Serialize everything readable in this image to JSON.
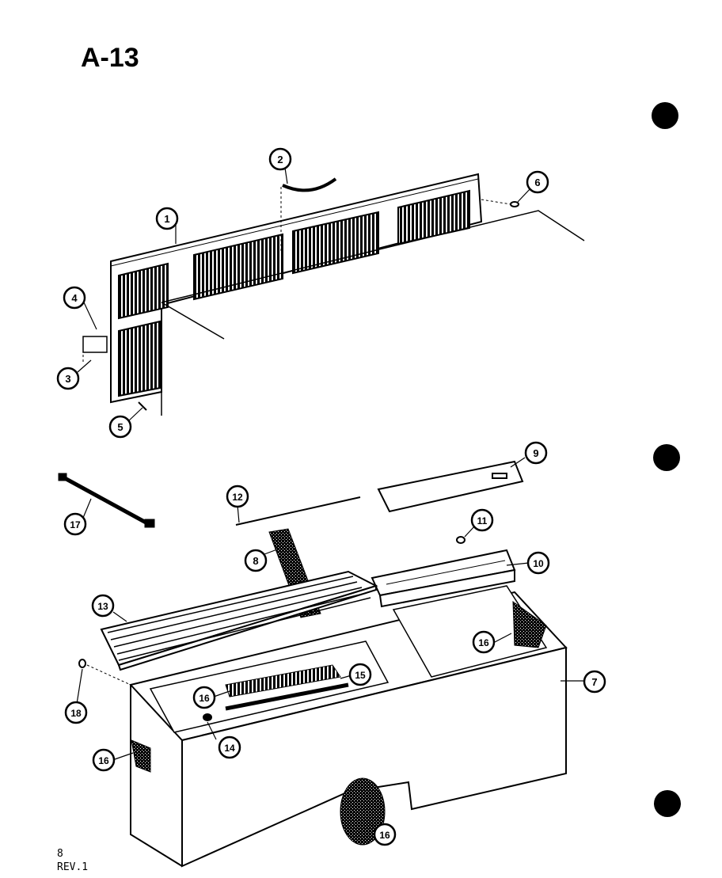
{
  "page": {
    "title": "A-13",
    "page_number": "8",
    "revision": "REV.1"
  },
  "callouts": [
    {
      "id": "c1",
      "label": "1"
    },
    {
      "id": "c2",
      "label": "2"
    },
    {
      "id": "c3",
      "label": "3"
    },
    {
      "id": "c4",
      "label": "4"
    },
    {
      "id": "c5",
      "label": "5"
    },
    {
      "id": "c6",
      "label": "6"
    },
    {
      "id": "c7",
      "label": "7"
    },
    {
      "id": "c8",
      "label": "8"
    },
    {
      "id": "c9",
      "label": "9"
    },
    {
      "id": "c10",
      "label": "10"
    },
    {
      "id": "c11",
      "label": "11"
    },
    {
      "id": "c12",
      "label": "12"
    },
    {
      "id": "c13",
      "label": "13"
    },
    {
      "id": "c14",
      "label": "14"
    },
    {
      "id": "c15",
      "label": "15"
    },
    {
      "id": "c16a",
      "label": "16"
    },
    {
      "id": "c16b",
      "label": "16"
    },
    {
      "id": "c16c",
      "label": "16"
    },
    {
      "id": "c16d",
      "label": "16"
    },
    {
      "id": "c17",
      "label": "17"
    },
    {
      "id": "c18",
      "label": "18"
    }
  ],
  "colors": {
    "ink": "#000000",
    "paper": "#ffffff"
  }
}
